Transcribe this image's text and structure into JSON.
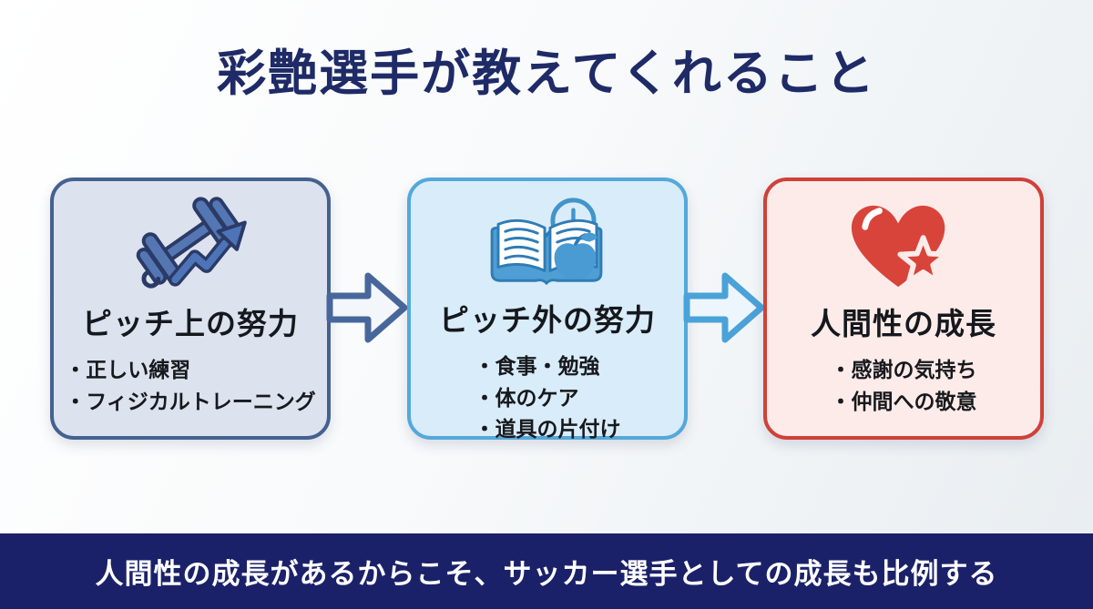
{
  "title": "彩艶選手が教えてくれること",
  "cards": [
    {
      "title": "ピッチ上の努力",
      "icon": "dumbbell-growth-icon",
      "bullets": [
        "・正しい練習",
        "・フィジカルトレーニング"
      ],
      "bg": "#dce3ee",
      "border": "#44618f"
    },
    {
      "title": "ピッチ外の努力",
      "icon": "book-clock-apple-icon",
      "bullets": [
        "・食事・勉強",
        "・体のケア",
        "・道具の片付け"
      ],
      "bg": "#d9ecf9",
      "border": "#54a8db"
    },
    {
      "title": "人間性の成長",
      "icon": "heart-star-icon",
      "bullets": [
        "・感謝の気持ち",
        "・仲間への敬意"
      ],
      "bg": "#fcebe9",
      "border": "#cf4138"
    }
  ],
  "banner": {
    "text": "人間性の成長があるからこそ、サッカー選手としての成長も比例する",
    "bg": "#1b2169"
  },
  "colors": {
    "title_navy": "#1f2b66",
    "arrow1": "#47679c",
    "arrow2": "#4aa2d9",
    "icon_blue_dark": "#2b3a66",
    "icon_blue": "#5477b4",
    "icon_sky": "#4294cb",
    "icon_red": "#d8443a"
  }
}
